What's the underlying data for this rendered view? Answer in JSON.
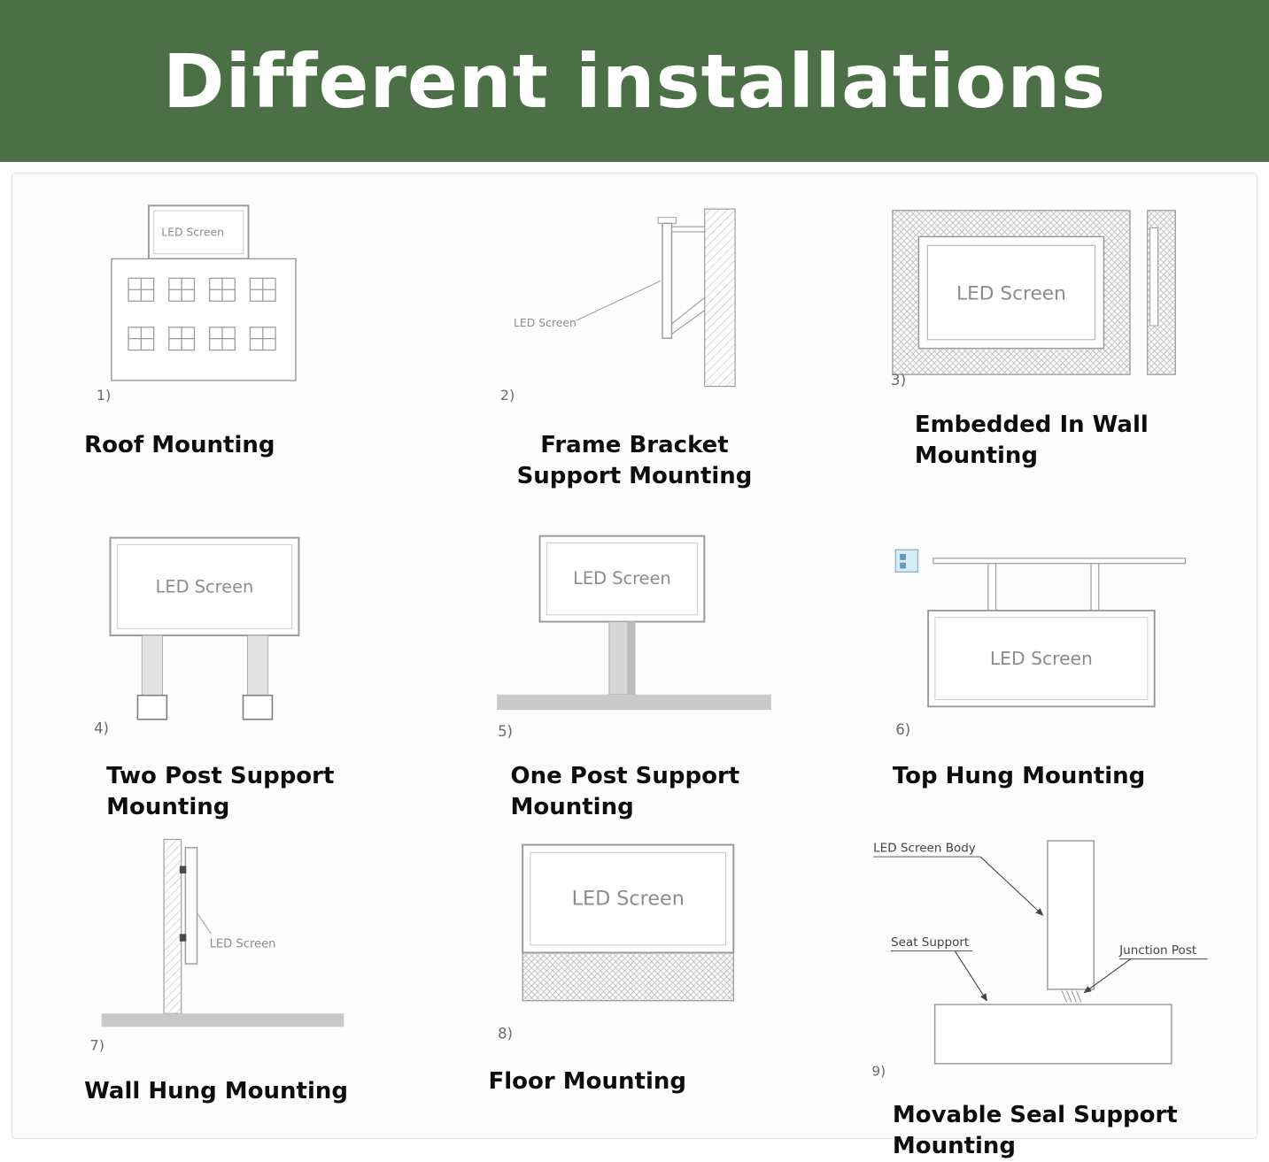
{
  "header": {
    "title": "Different installations"
  },
  "colors": {
    "header_bg": "#4c7046",
    "title_text": "#ffffff",
    "diagram_line": "#9a9a9a",
    "diagram_text": "#8c8c8c",
    "label_text": "#0d0d0d",
    "ground_fill": "#c9c9c9",
    "icon_blue": "#5f9bbf"
  },
  "diagrams": [
    {
      "number": "1)",
      "label": "Roof Mounting",
      "screen_text": "LED Screen"
    },
    {
      "number": "2)",
      "label": "Frame Bracket Support Mounting",
      "screen_text": "LED Screen"
    },
    {
      "number": "3)",
      "label": "Embedded In Wall Mounting",
      "screen_text": "LED Screen"
    },
    {
      "number": "4)",
      "label": "Two Post Support Mounting",
      "screen_text": "LED Screen"
    },
    {
      "number": "5)",
      "label": "One Post Support Mounting",
      "screen_text": "LED Screen"
    },
    {
      "number": "6)",
      "label": "Top Hung Mounting",
      "screen_text": "LED Screen"
    },
    {
      "number": "7)",
      "label": "Wall Hung Mounting",
      "screen_text": "LED Screen"
    },
    {
      "number": "8)",
      "label": "Floor Mounting",
      "screen_text": "LED Screen"
    },
    {
      "number": "9)",
      "label": "Movable Seal Support Mounting",
      "annotations": {
        "body": "LED Screen Body",
        "seat": "Seat Support",
        "junction": "Junction Post"
      }
    }
  ]
}
